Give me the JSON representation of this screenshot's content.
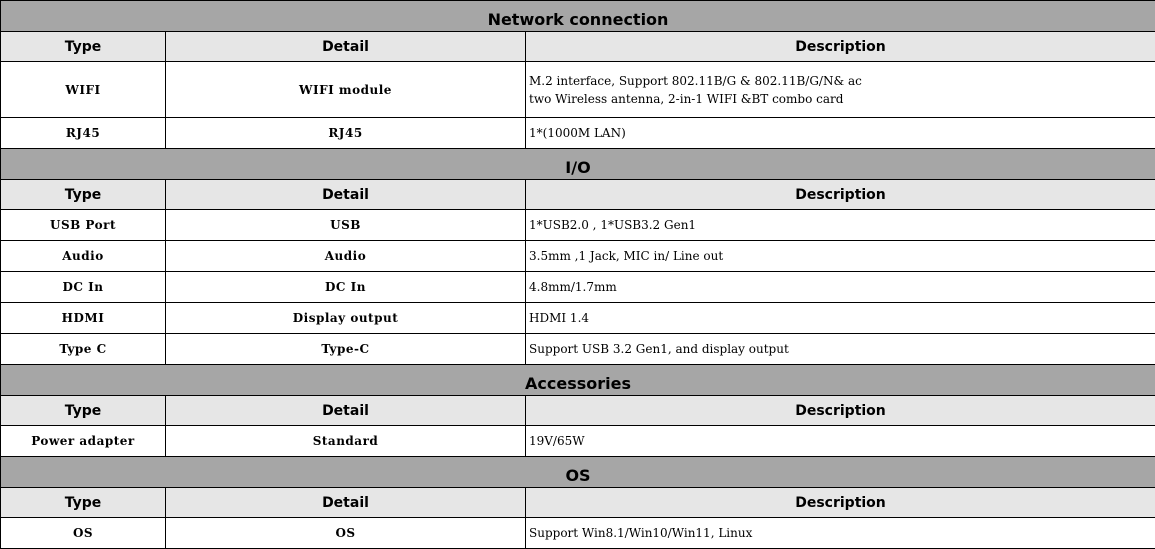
{
  "headers": {
    "type": "Type",
    "detail": "Detail",
    "description": "Description"
  },
  "network": {
    "title": "Network connection",
    "rows": [
      {
        "type": "WIFI",
        "detail": "WIFI module",
        "desc_line1": "M.2 interface, Support 802.11B/G & 802.11B/G/N& ac",
        "desc_line2": "two Wireless antenna, 2-in-1 WIFI &BT combo card"
      },
      {
        "type": "RJ45",
        "detail": "RJ45",
        "desc": "1*(1000M LAN)"
      }
    ]
  },
  "io": {
    "title": "I/O",
    "rows": [
      {
        "type": "USB Port",
        "detail": "USB",
        "desc": "1*USB2.0 , 1*USB3.2 Gen1"
      },
      {
        "type": "Audio",
        "detail": "Audio",
        "desc": "3.5mm ,1 Jack, MIC in/ Line out"
      },
      {
        "type": "DC In",
        "detail": "DC In",
        "desc": "4.8mm/1.7mm"
      },
      {
        "type": "HDMI",
        "detail": "Display output",
        "desc": "HDMI 1.4"
      },
      {
        "type": "Type C",
        "detail": "Type-C",
        "desc": "Support USB 3.2 Gen1, and display output"
      }
    ]
  },
  "accessories": {
    "title": "Accessories",
    "rows": [
      {
        "type": "Power adapter",
        "detail": "Standard",
        "desc": "19V/65W"
      }
    ]
  },
  "os": {
    "title": "OS",
    "rows": [
      {
        "type": "OS",
        "detail": "OS",
        "desc": " Support Win8.1/Win10/Win11, Linux"
      }
    ]
  }
}
